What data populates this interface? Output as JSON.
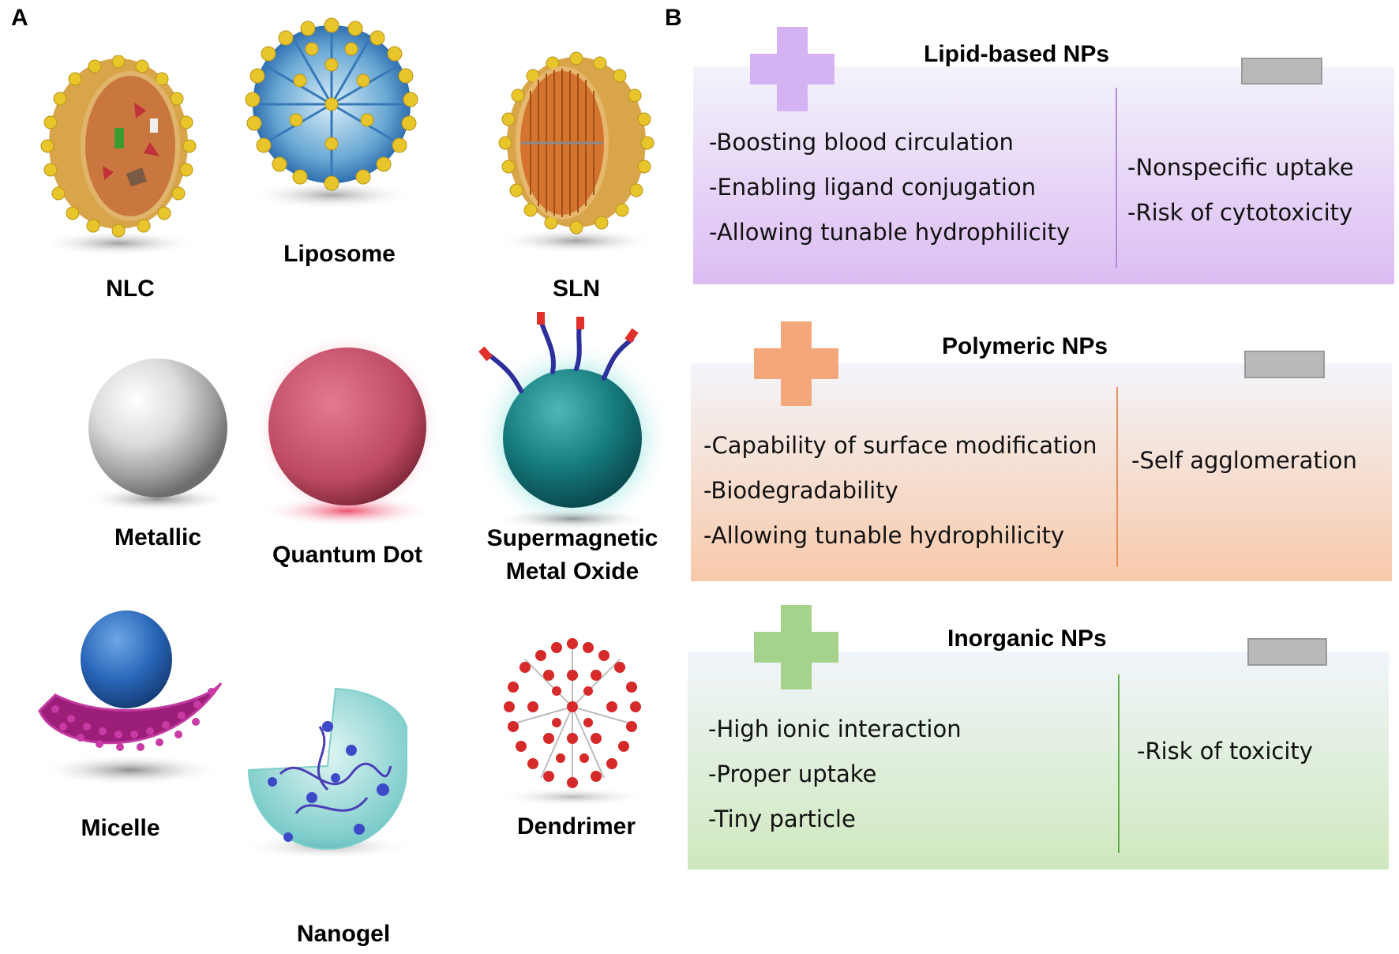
{
  "panel_a": {
    "letter": "A",
    "particles": [
      {
        "key": "nlc",
        "label": "NLC",
        "icon": "nlc-particle-icon"
      },
      {
        "key": "liposome",
        "label": "Liposome",
        "icon": "liposome-particle-icon"
      },
      {
        "key": "sln",
        "label": "SLN",
        "icon": "sln-particle-icon"
      },
      {
        "key": "metallic",
        "label": "Metallic",
        "icon": "metallic-sphere-icon"
      },
      {
        "key": "quantum_dot",
        "label": "Quantum Dot",
        "icon": "quantum-dot-sphere-icon"
      },
      {
        "key": "smo",
        "label": "Supermagnetic\nMetal Oxide",
        "icon": "metal-oxide-sphere-icon"
      },
      {
        "key": "micelle",
        "label": "Micelle",
        "icon": "micelle-icon"
      },
      {
        "key": "nanogel",
        "label": "Nanogel",
        "icon": "nanogel-icon"
      },
      {
        "key": "dendrimer",
        "label": "Dendrimer",
        "icon": "dendrimer-icon"
      }
    ]
  },
  "panel_b": {
    "letter": "B",
    "sections": [
      {
        "title": "Lipid-based NPs",
        "plus_icon": "plus-icon",
        "minus_icon": "minus-icon",
        "colors": {
          "plus": "#d5b3f2",
          "gradient_top": "#f3f3fb",
          "gradient_bottom": "#dcbcf3",
          "divider": "#b48fd6"
        },
        "advantages": [
          "-Boosting blood circulation",
          "-Enabling ligand conjugation",
          "-Allowing tunable hydrophilicity"
        ],
        "disadvantages": [
          "-Nonspecific uptake",
          "-Risk of cytotoxicity"
        ]
      },
      {
        "title": "Polymeric NPs",
        "plus_icon": "plus-icon",
        "minus_icon": "minus-icon",
        "colors": {
          "plus": "#f4a77a",
          "gradient_top": "#f3f5fb",
          "gradient_bottom": "#f8c9aa",
          "divider": "#e9925f"
        },
        "advantages": [
          "-Capability of surface modification",
          "-Biodegradability",
          "-Allowing tunable hydrophilicity"
        ],
        "disadvantages": [
          "-Self agglomeration"
        ]
      },
      {
        "title": "Inorganic NPs",
        "plus_icon": "plus-icon",
        "minus_icon": "minus-icon",
        "colors": {
          "plus": "#a6d38c",
          "gradient_top": "#f1f5fb",
          "gradient_bottom": "#cfe8be",
          "divider": "#62ab47"
        },
        "advantages": [
          "-High ionic interaction",
          "-Proper uptake",
          "-Tiny particle"
        ],
        "disadvantages": [
          "-Risk of toxicity"
        ]
      }
    ]
  }
}
